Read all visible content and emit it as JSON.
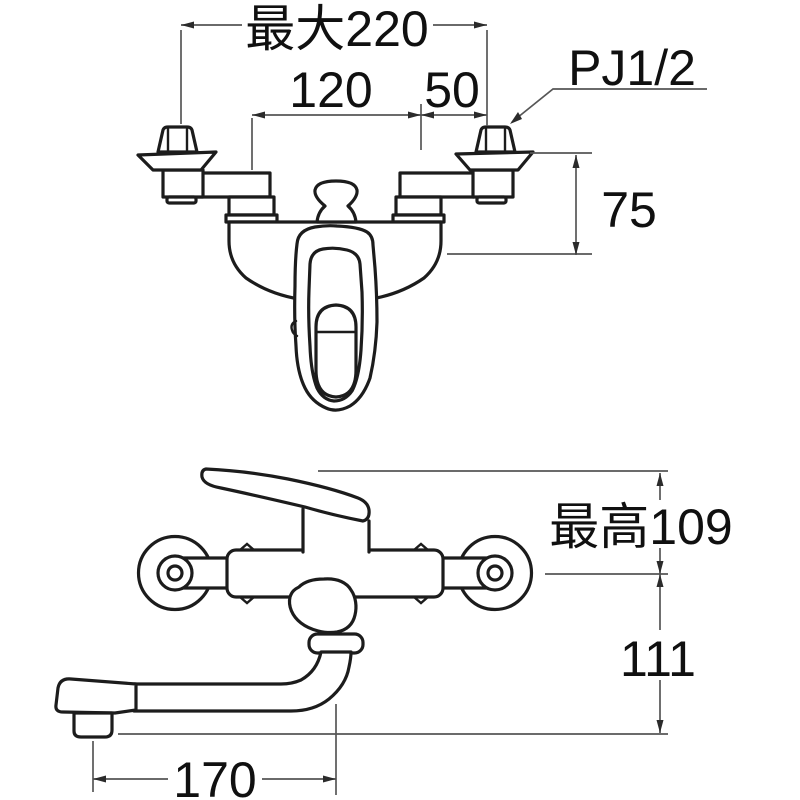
{
  "diagram": {
    "kind": "faucet installation dimension drawing",
    "background": "#ffffff",
    "outline_color": "#1c1c1c",
    "dimension_line_color": "#565656",
    "text_color": "#101010",
    "labels": {
      "max_width": "最大220",
      "pitch_center": "120",
      "pitch_offset": "50",
      "thread_size": "PJ1/2",
      "fitting_height": "75",
      "max_handle_height": "最高109",
      "spout_drop": "111",
      "spout_reach": "170"
    }
  }
}
